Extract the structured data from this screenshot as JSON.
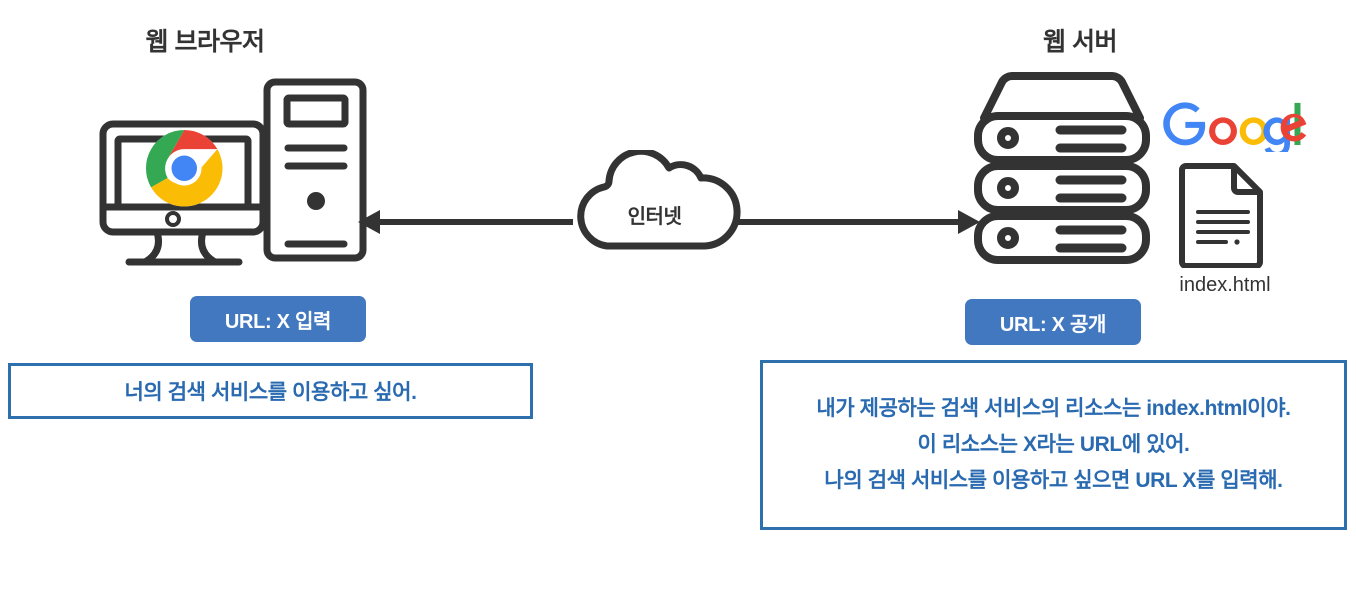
{
  "diagram": {
    "title_browser": "웹 브라우저",
    "title_server": "웹 서버",
    "cloud_label": "인터넷",
    "doc_caption": "index.html",
    "badge_browser": "URL: X 입력",
    "badge_server": "URL: X 공개",
    "message_browser": {
      "lines": [
        "너의 검색 서비스를 이용하고 싶어."
      ]
    },
    "message_server": {
      "lines": [
        "내가 제공하는 검색 서비스의 리소스는 index.html이야.",
        "이 리소스는 X라는 URL에 있어.",
        "나의 검색 서비스를 이용하고 싶으면 URL X를 입력해."
      ]
    },
    "icons": {
      "browser": "desktop-computer-with-chrome-icon",
      "server": "server-stack-icon",
      "document": "html-document-icon",
      "cloud": "internet-cloud-icon",
      "brand": "google-wordmark-logo",
      "arrow_to_browser": "arrow-left-icon",
      "arrow_to_server": "arrow-right-icon"
    },
    "colors": {
      "ink": "#333333",
      "badge_blue": "#4178bf",
      "box_border_blue": "#2e6fad",
      "box_text_blue": "#2a6ab0",
      "google_blue": "#4285F4",
      "google_red": "#EA4335",
      "google_yellow": "#FBBC05",
      "google_green": "#34A853"
    }
  }
}
